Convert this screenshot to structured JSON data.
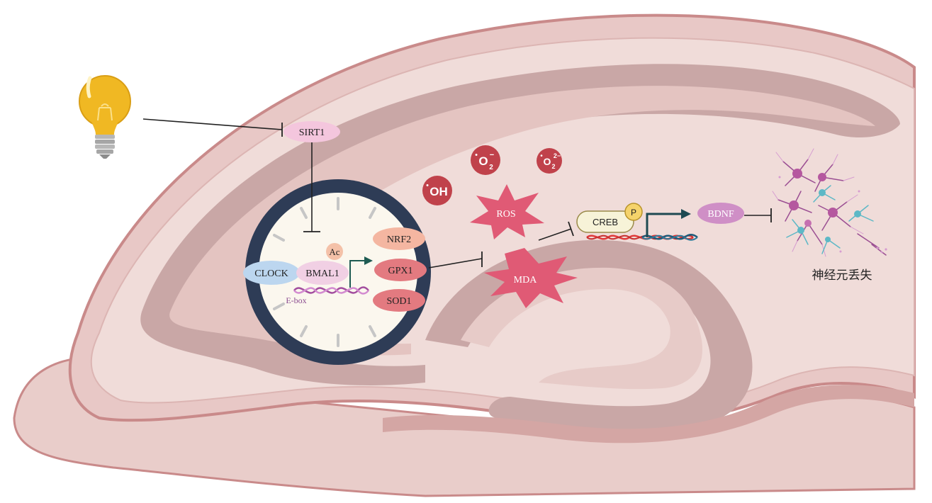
{
  "diagram": {
    "nodes": {
      "sirt1": "SIRT1",
      "ac": "Ac",
      "clock": "CLOCK",
      "bmal1": "BMAL1",
      "ebox": "E-box",
      "nrf2": "NRF2",
      "gpx1": "GPX1",
      "sod1": "SOD1",
      "ros": "ROS",
      "mda": "MDA",
      "creb": "CREB",
      "phospho": "P",
      "bdnf": "BDNF",
      "hydroxyl": "OH",
      "superoxide_base": "O",
      "superoxide_sub": "2",
      "superoxide_sup": "−",
      "peroxide_base": "O",
      "peroxide_sub": "2",
      "peroxide_sup": "2−",
      "radical_dot": "•",
      "neuron_loss": "神经元丢失"
    },
    "icons": [
      "light-bulb-icon",
      "neuron-cluster-icon",
      "clock-face-icon",
      "dna-helix-icon"
    ],
    "colors": {
      "brain_outer": "#e8c8c6",
      "brain_outline": "#c98a8a",
      "brain_inner": "#f0dcd9",
      "brain_band": "#c9a7a6",
      "clock_rim": "#2e3c56",
      "clock_face": "#fbf7ee",
      "ros_star": "#e05a75",
      "radical": "#c0424b",
      "sirt1": "#f4c6dd",
      "clock_protein": "#bcd6ef",
      "bmal1": "#f1d0e4",
      "nrf2": "#f4b6a1",
      "gpx1": "#e37a80",
      "creb": "#f7f3d8",
      "phospho": "#f5d36b",
      "bdnf": "#cf8fc6",
      "arrow_green": "#1e5b52"
    }
  }
}
